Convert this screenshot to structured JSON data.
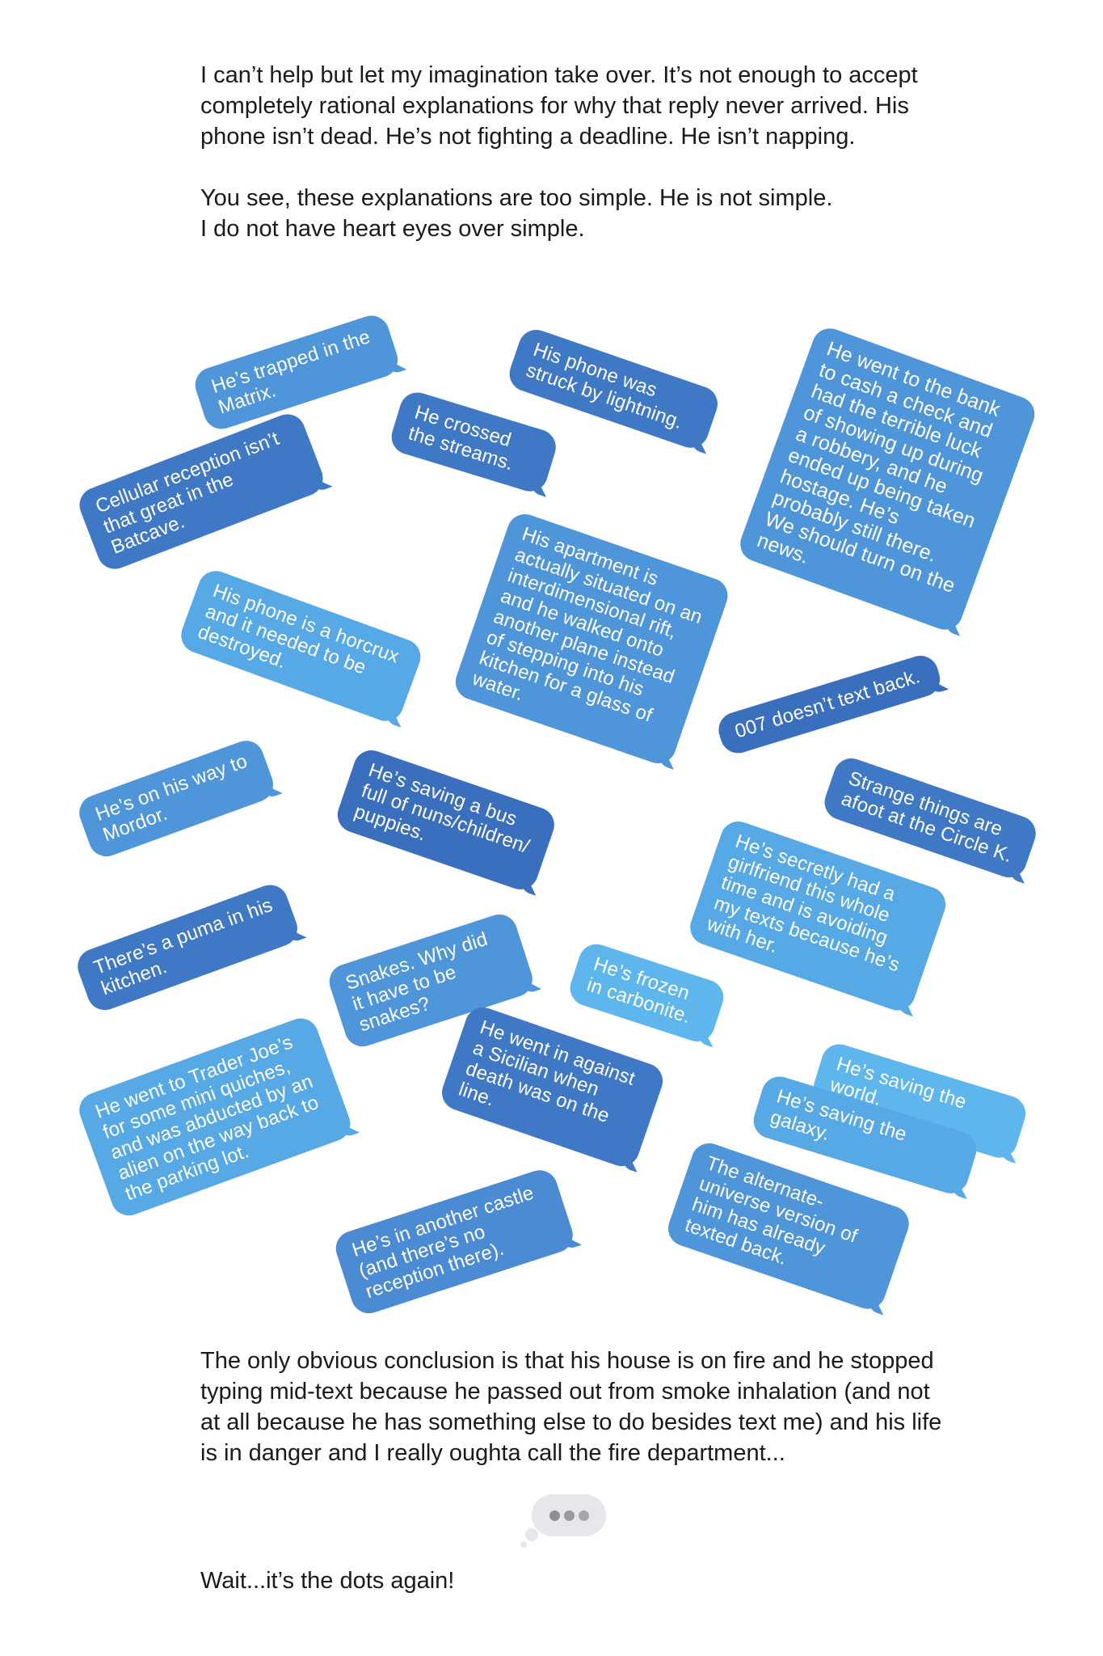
{
  "intro": {
    "paragraph1": "I can’t help but let my imagination take over. It’s not enough to accept completely rational explanations for why that reply never arrived. His phone isn’t dead. He’s not fighting a deadline. He isn’t napping.",
    "paragraph2_line1": "You see, these explanations are too simple. He is not simple.",
    "paragraph2_line2": "I do not have heart eyes over simple."
  },
  "bubbles": [
    {
      "text": "He’s trapped in the Matrix."
    },
    {
      "text": "His phone was struck by lightning."
    },
    {
      "text": "He went to the bank to cash a check and had the terrible luck of showing up during a robbery, and he ended up being taken hostage. He’s probably still there. We should turn on the news."
    },
    {
      "text": "He crossed the streams."
    },
    {
      "text": "Cellular reception isn’t that great in the Batcave."
    },
    {
      "text": "His apartment is actually situated on an interdimensional rift, and he walked onto another plane instead of stepping into his kitchen for a glass of water."
    },
    {
      "text": "His phone is a horcrux and it needed to be destroyed."
    },
    {
      "text": "007 doesn’t text back."
    },
    {
      "text": "He’s on his way to Mordor."
    },
    {
      "text": "He’s saving a bus full of nuns/children/ puppies."
    },
    {
      "text": "Strange things are afoot at the Circle K."
    },
    {
      "text": "He’s secretly had a girlfriend this whole time and is avoiding my texts because he’s with her."
    },
    {
      "text": "There’s a puma in his kitchen."
    },
    {
      "text": "Snakes. Why did it have to be snakes?"
    },
    {
      "text": "He’s frozen in carbonite."
    },
    {
      "text": "He went in against a Sicilian when death was on the line."
    },
    {
      "text": "He went to Trader Joe’s for some mini quiches, and was abducted by an alien on the way back to the parking lot."
    },
    {
      "text": "He’s saving the world."
    },
    {
      "text": "He’s saving the galaxy."
    },
    {
      "text": "He’s in another castle (and there’s no reception there)."
    },
    {
      "text": "The alternate-universe version of him has already texted back."
    }
  ],
  "conclusion": {
    "paragraph": "The only obvious conclusion is that his house is on fire and he stopped typing mid-text because he passed out from smoke inhalation (and not at all because he has something else to do besides text me) and his life is in danger and I really oughta call the fire department...",
    "final": "Wait...it’s the dots again!"
  }
}
